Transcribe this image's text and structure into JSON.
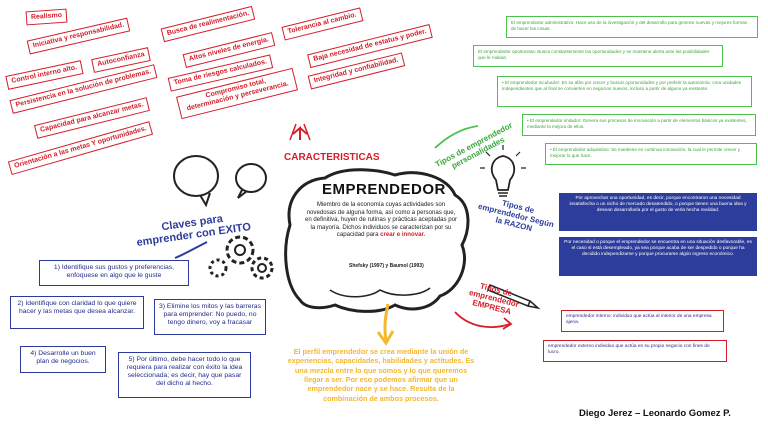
{
  "center": {
    "title": "EMPRENDEDOR",
    "body": "Miembro de la economía cuyas actividades son novedosas de alguna forma, así como a personas que, en definitiva, huyen de rutinas y prácticas aceptadas por la mayoría. Dichos individuos se caracterizan por su capacidad para",
    "highlight": "crear e innovar.",
    "citation": "Shefsky (1997) y Baumol (1993)"
  },
  "branch_labels": {
    "caracteristicas": "CARACTERISTICAS",
    "claves": "Claves para emprender con EXITO",
    "personalidades": "Tipos de emprendedor personalidades",
    "razon": "Tipos de emprendedor Según la RAZON",
    "empresa": "Tipos de emprendedor EMPRESA"
  },
  "caracteristicas": [
    "Realismo",
    "Iniciativa y responsabilidad.",
    "Autoconfianza",
    "Control interno alto.",
    "Persistencia en la solución de problemas.",
    "Capacidad para alcanzar metas.",
    "Orientación a las metas  Y oportunidades.",
    "Busca de realimentación.",
    "Altos niveles de energía.",
    "Toma de riesgos calculados.",
    "Compromiso total, determinación y perseverancia.",
    "Tolerancia al cambio.",
    "Baja necesidad de estatus y poder.",
    "Integridad y confiabilidad."
  ],
  "personalidades": [
    "El emprendedor administrativo: Hace uso de la investigación y del desarrollo para generar nuevas y mejores formas de hacer las cosas.",
    "El emprendedor oportunista: Busca constantemente las oportunidades y se mantiene alerta ante las posibilidades que le rodean.",
    "• El emprendedor incubador: En su afán por crecer y buscar oportunidades y por preferir la autonomía, crea unidades independientes que al final se convierten en negocios nuevos, incluso a partir de alguno ya existente.",
    "• El emprendedor imitador: Genera sus procesos de innovación a partir de elementos básicos ya existentes, mediante la mejora de ellos.",
    "• El emprendedor adquisitivo: Se mantiene en continua innovación, la cual le permite crecer y mejorar lo que hace."
  ],
  "razon": [
    "Por aprovechar una oportunidad, es decir, porque encontraron una necesidad insatisfecha o un nicho de mercado desatendido, o porque tienen una buena idea y desean desarrollarla por el gusto de verla hecha realidad.",
    "Por necesidad o porque el emprendedor se encuentra en una situación desfavorable, es el caso si está desempleado, ya sea porque acaba de ser despedido o porque ha decidido independizarse y porque procurarse algún ingreso económico."
  ],
  "empresa": [
    "emprendedor interno: individuo que actúa al interior de una empresa ajena.",
    "emprendedor externo individuo que actúa en su propio negocio con fines de lucro."
  ],
  "claves": [
    "1) Identifique sus gustos y preferencias, enfoquese en algo que le guste",
    "2) Identifique con claridad lo que quiere hacer y las metas que desea alcanzar.",
    "3) Elimine los mitos y las barreras para emprender: No puedo, no tengo dinero, voy a fracasar",
    "4) Desarrolle un buen plan de negocios.",
    "5) Por último, debe hacer todo lo que requiera para realizar con éxito la idea seleccionada; es decir, hay que pasar del dicho al hecho."
  ],
  "perfil": "El perfil emprendedor se crea mediante la unión de experiencias, capacidades, habilidades y actitudes. Es una mezcla entre lo que somos y lo que queremos llegar a ser. Por eso podemos afirmar que un emprendedor nace y se hace. Resulta de la combinación de ambos procesos.",
  "authors": "Diego Jerez – Leonardo Gomez P.",
  "colors": {
    "red": "#d41e2a",
    "green": "#4cc24c",
    "blue": "#2d3d9c",
    "orange": "#f5b730",
    "ink": "#222222"
  }
}
